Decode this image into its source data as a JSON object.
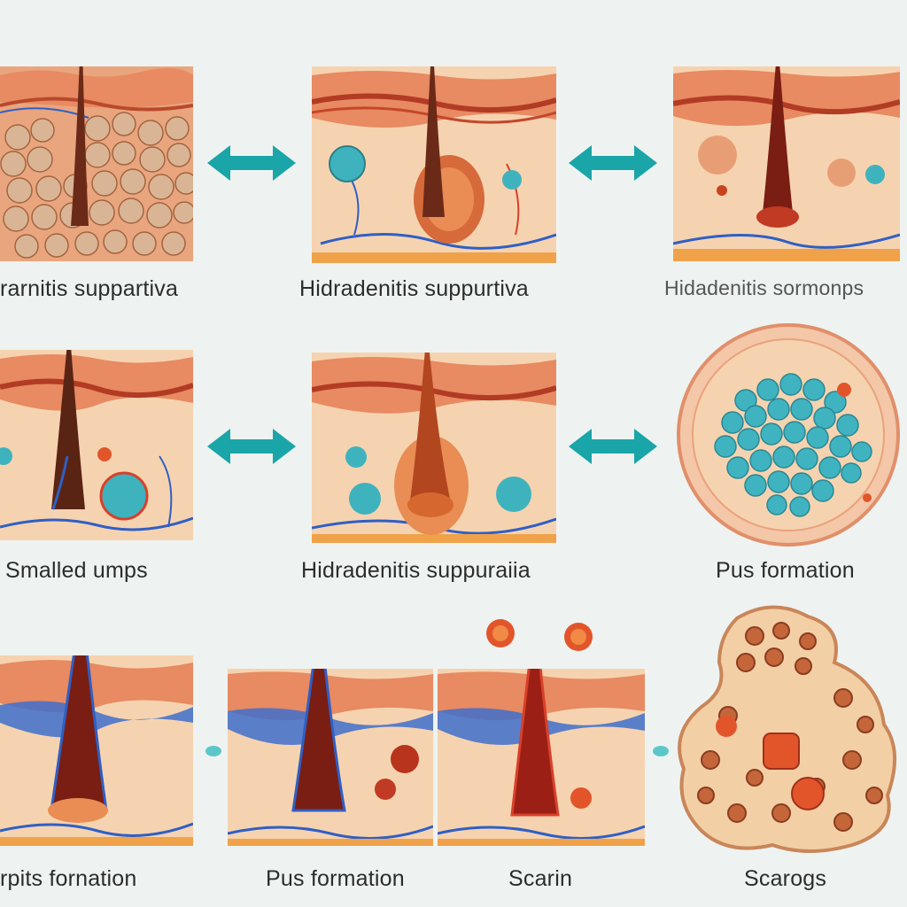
{
  "captions": {
    "r1c1": "rarnitis suppartiva",
    "r1c2": "Hidradenitis suppurtiva",
    "r1c3": "Hidadenitis sormonps",
    "r2c1": "Smalled umps",
    "r2c2": "Hidradenitis suppuraiia",
    "r2c3": "Pus formation",
    "r3c1": "rpits fornation",
    "r3c2": "Pus formation",
    "r3c3": "Scarin",
    "r3c4": "Scarogs"
  },
  "colors": {
    "background": "#eef3f1",
    "arrow": "#1aa5a8",
    "epidermis": "#e9906a",
    "dermis": "#f6d3b0",
    "hair": "#5a2415",
    "vein": "#2f5fc4",
    "artery": "#d8402a",
    "cyst": "#3fb3bd",
    "inflammation": "#c8441f"
  },
  "icons": {
    "arrows": "double-headed-arrow-icon",
    "hair": "hair-follicle-icon"
  }
}
